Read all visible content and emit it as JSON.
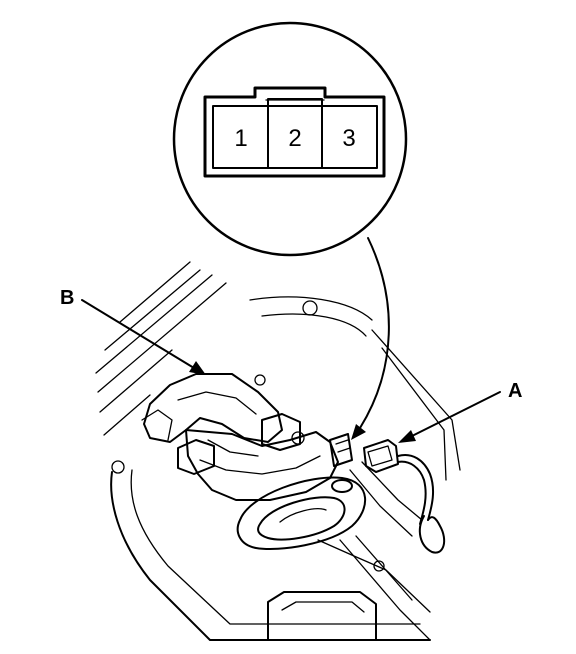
{
  "labels": {
    "part_a": "A",
    "part_b": "B"
  },
  "connector": {
    "pins": [
      "1",
      "2",
      "3"
    ]
  }
}
